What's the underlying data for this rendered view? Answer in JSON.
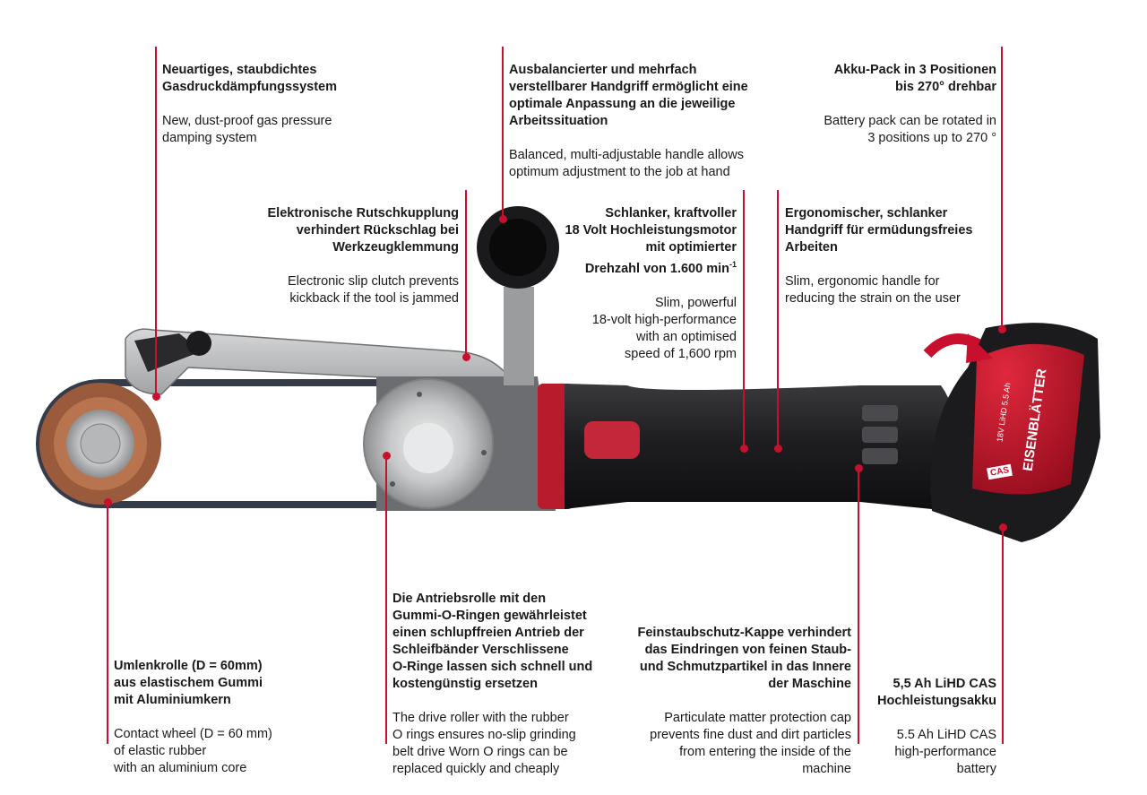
{
  "callouts": {
    "gas_damping": {
      "de": "Neuartiges, staubdichtes\nGasdruckdämpfungssystem",
      "en": "New, dust-proof gas pressure\ndamping system"
    },
    "handle": {
      "de": "Ausbalancierter und mehrfach\nverstellbarer Handgriff ermöglicht eine\noptimale Anpassung an die jeweilige\nArbeitssituation",
      "en": "Balanced, multi-adjustable handle allows\noptimum adjustment to the job at hand"
    },
    "battery_rotate": {
      "de": "Akku-Pack in 3 Positionen\nbis 270° drehbar",
      "en": "Battery pack can be rotated in\n3 positions up to 270 °"
    },
    "slip_clutch": {
      "de": "Elektronische Rutschkupplung\nverhindert Rückschlag bei\nWerkzeugklemmung",
      "en": "Electronic slip clutch prevents\nkickback if the tool is jammed"
    },
    "motor": {
      "de_main": "Schlanker, kraftvoller\n18 Volt Hochleistungsmotor\nmit optimierter\nDrehzahl von 1.600 min",
      "de_sup": "-1",
      "en": "Slim, powerful\n18-volt high-performance\nwith an optimised\nspeed of 1,600 rpm"
    },
    "ergonomic": {
      "de": "Ergonomischer, schlanker\nHandgriff für ermüdungsfreies\nArbeiten",
      "en": "Slim, ergonomic handle for\nreducing the strain on the user"
    },
    "contact_wheel": {
      "de": "Umlenkrolle (D = 60mm)\naus elastischem Gummi\nmit Aluminiumkern",
      "en": "Contact wheel (D = 60 mm)\nof elastic rubber\nwith an aluminium core"
    },
    "drive_roller": {
      "de": "Die Antriebsrolle mit den\nGummi-O-Ringen gewährleistet\neinen schlupffreien Antrieb der\nSchleifbänder Verschlissene\nO-Ringe lassen sich schnell und\nkostengünstig ersetzen",
      "en": "The drive roller with the rubber\nO rings ensures no-slip grinding\nbelt drive Worn O rings can be\nreplaced quickly and cheaply"
    },
    "dust_cap": {
      "de": "Feinstaubschutz-Kappe verhindert\ndas Eindringen von feinen Staub-\nund Schmutzpartikel in das Innere\nder Maschine",
      "en": "Particulate matter protection cap\nprevents fine dust and dirt particles\nfrom entering the inside of the\nmachine"
    },
    "battery": {
      "de": "5,5 Ah LiHD CAS\nHochleistungsakku",
      "en": "5.5 Ah LiHD CAS\nhigh-performance\nbattery"
    }
  },
  "battery_label": {
    "brand": "EISENBLÄTTER",
    "spec": "18V LiHD 5.5 Ah",
    "cas": "CAS"
  },
  "colors": {
    "accent": "#c8102e",
    "body": "#1c1c1e",
    "metal": "#a9abad"
  }
}
